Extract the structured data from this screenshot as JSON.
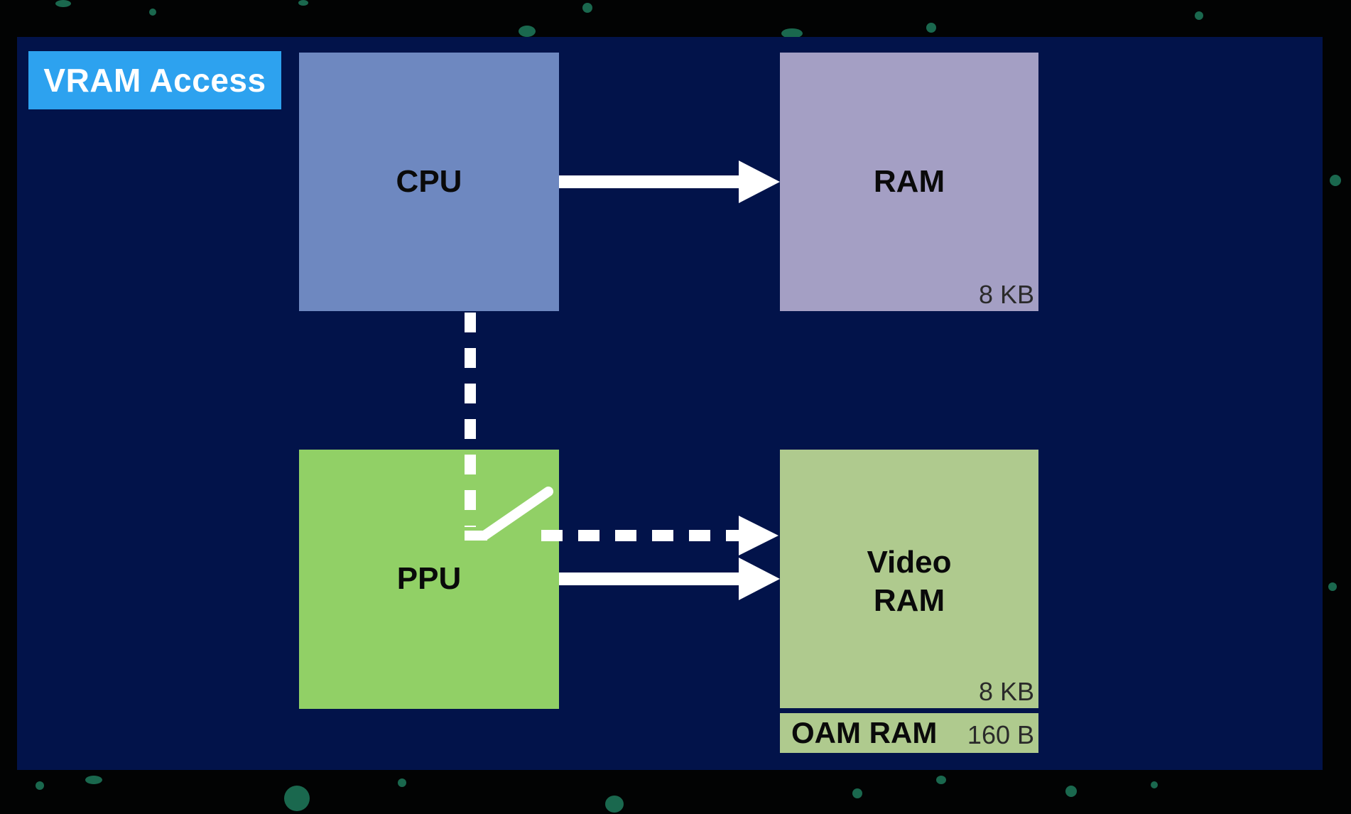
{
  "diagram": {
    "title": "VRAM Access",
    "blocks": {
      "cpu": {
        "label": "CPU"
      },
      "ram": {
        "label": "RAM",
        "size": "8 KB"
      },
      "ppu": {
        "label": "PPU"
      },
      "vram": {
        "label_line1": "Video",
        "label_line2": "RAM",
        "size": "8 KB"
      },
      "oam": {
        "label": "OAM RAM",
        "size": "160 B"
      }
    },
    "colors": {
      "panel": "#02134a",
      "title_tag": "#2da2ef",
      "cpu": "#6e88c0",
      "ram": "#a49fc4",
      "ppu": "#91d066",
      "vram": "#afca8e",
      "arrows": "#ffffff"
    },
    "connections": [
      {
        "from": "CPU",
        "to": "RAM",
        "style": "solid"
      },
      {
        "from": "CPU",
        "to": "Video RAM",
        "style": "dashed",
        "via": "open switch"
      },
      {
        "from": "PPU",
        "to": "Video RAM",
        "style": "solid"
      }
    ]
  }
}
